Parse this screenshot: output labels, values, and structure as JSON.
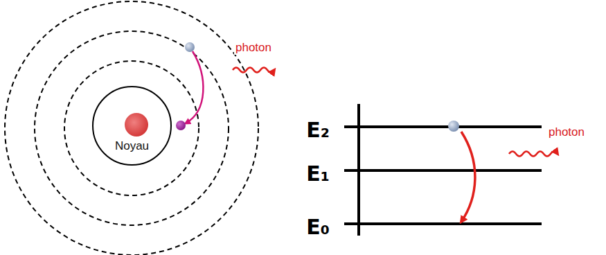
{
  "diagram": {
    "nodes": [
      {
        "text": [
          "Noyau"
        ]
      }
    ],
    "labels": [
      "photon",
      "E₂",
      "E₁",
      "E₀",
      "photon"
    ]
  }
}
